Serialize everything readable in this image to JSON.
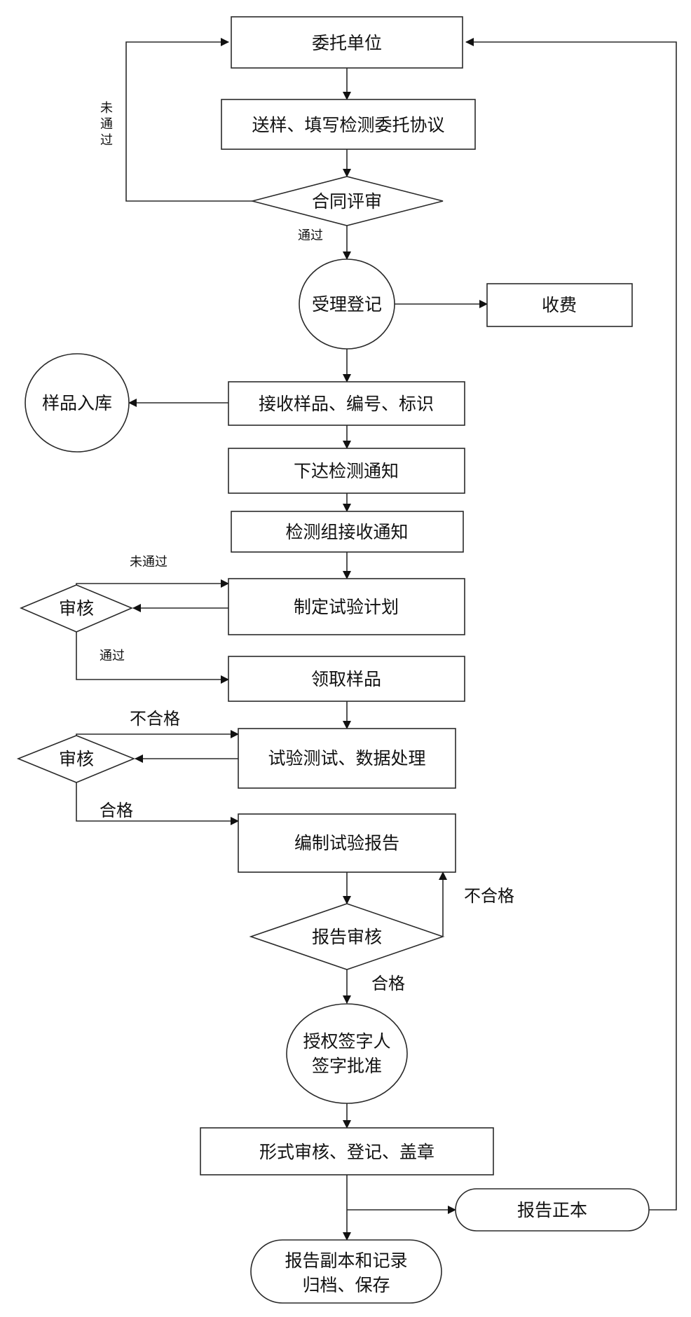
{
  "nodes": {
    "client": "委托单位",
    "submit": "送样、填写检测委托协议",
    "contract_review": "合同评审",
    "register": "受理登记",
    "fee": "收费",
    "receive_sample": "接收样品、编号、标识",
    "storage": "样品入库",
    "issue_notice": "下达检测通知",
    "group_notice": "检测组接收通知",
    "plan": "制定试验计划",
    "review1": "审核",
    "get_sample": "领取样品",
    "test": "试验测试、数据处理",
    "review2": "审核",
    "report": "编制试验报告",
    "report_review": "报告审核",
    "approve_line1": "授权签字人",
    "approve_line2": "签字批准",
    "formal_review": "形式审核、登记、盖章",
    "original": "报告正本",
    "archive_line1": "报告副本和记录",
    "archive_line2": "归档、保存"
  },
  "labels": {
    "fail_vertical": [
      "未",
      "通",
      "过"
    ],
    "pass1": "通过",
    "fail2": "未通过",
    "pass2": "通过",
    "unqualified1": "不合格",
    "qualified1": "合格",
    "unqualified2": "不合格",
    "qualified2": "合格"
  }
}
